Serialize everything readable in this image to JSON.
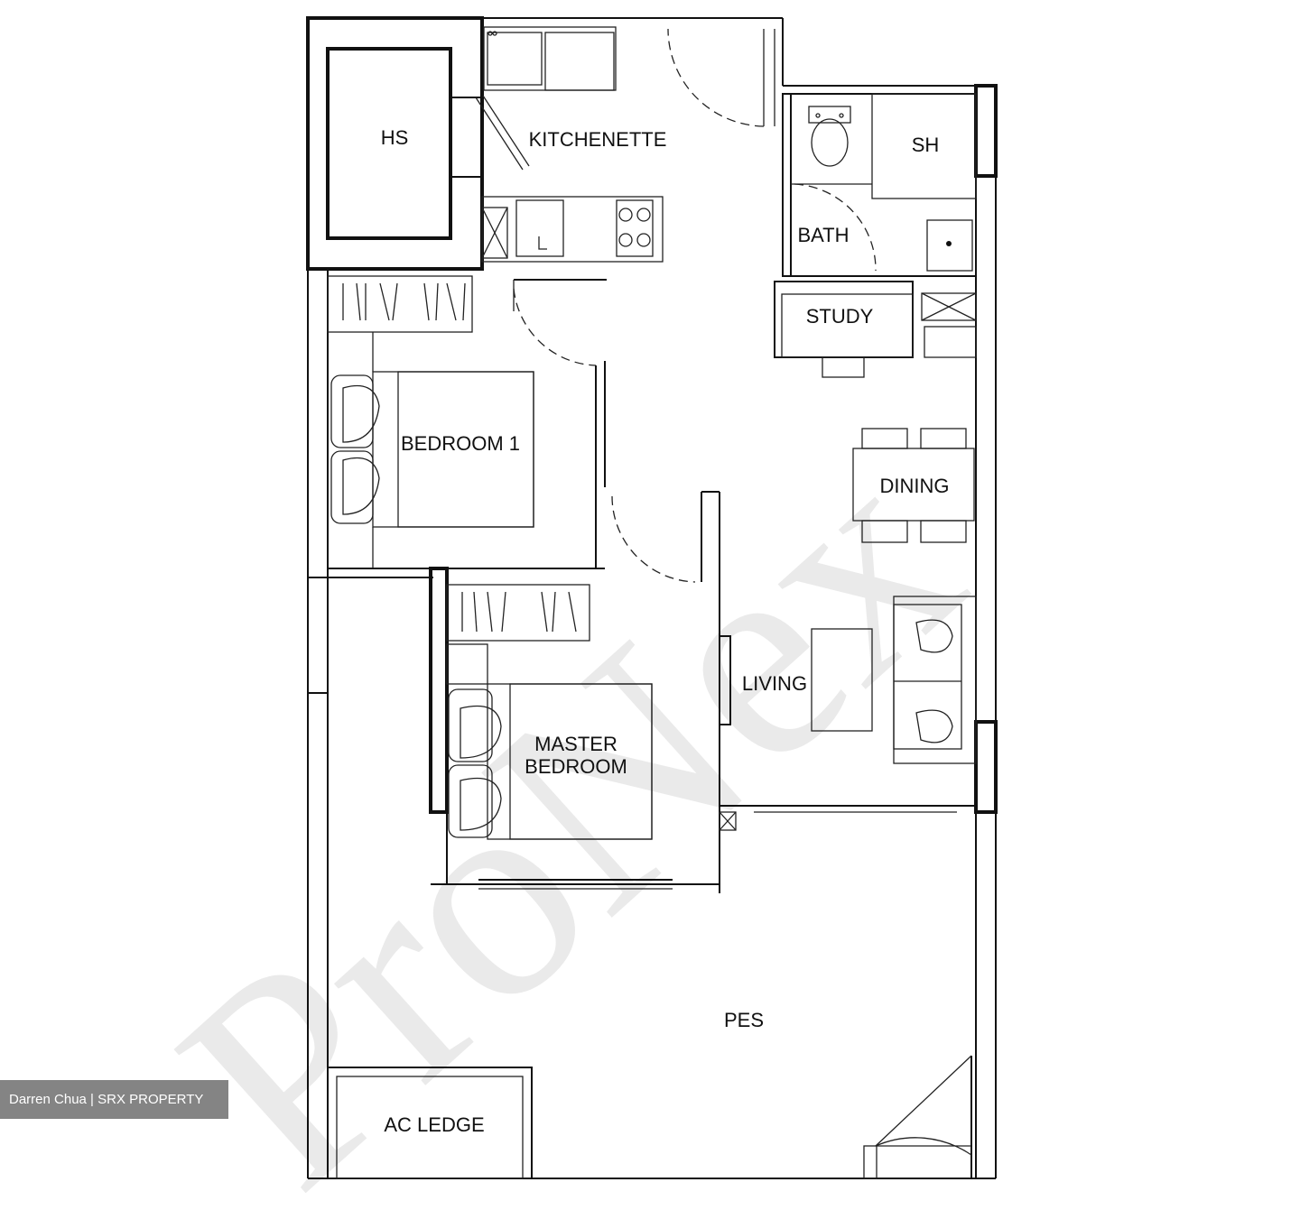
{
  "rooms": {
    "hs": "HS",
    "kitchenette": "KITCHENETTE",
    "sh": "SH",
    "bath": "BATH",
    "study": "STUDY",
    "bedroom1": "BEDROOM 1",
    "dining": "DINING",
    "living": "LIVING",
    "master_line1": "MASTER",
    "master_line2": "BEDROOM",
    "pes": "PES",
    "ac_ledge": "AC LEDGE"
  },
  "watermark": "ProNex",
  "credit": "Darren Chua | SRX PROPERTY"
}
